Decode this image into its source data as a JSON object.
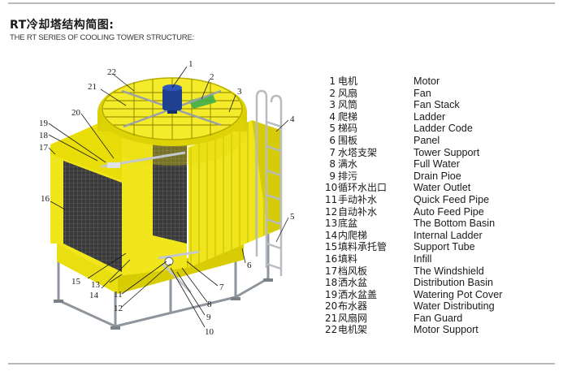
{
  "header": {
    "title_cn": "RT冷却塔结构简图:",
    "title_en": "THE RT SERIES OF COOLING TOWER STRUCTURE:"
  },
  "colors": {
    "body_yellow": "#f2ea1a",
    "shadow_yellow": "#d6c800",
    "infill_dark": "#3b3b3b",
    "steel_grey": "#9aa0a6",
    "motor_blue": "#1f3f8f"
  },
  "diagram": {
    "callouts": [
      "1",
      "2",
      "3",
      "4",
      "5",
      "6",
      "7",
      "8",
      "9",
      "10",
      "11",
      "12",
      "13",
      "14",
      "15",
      "16",
      "17",
      "18",
      "19",
      "20",
      "21",
      "22"
    ]
  },
  "legend": [
    {
      "num": "1",
      "cn": "电机",
      "en": "Motor"
    },
    {
      "num": "2",
      "cn": "风扇",
      "en": "Fan"
    },
    {
      "num": "3",
      "cn": "风筒",
      "en": "Fan Stack"
    },
    {
      "num": "4",
      "cn": "爬梯",
      "en": "Ladder"
    },
    {
      "num": "5",
      "cn": "梯码",
      "en": "Ladder Code"
    },
    {
      "num": "6",
      "cn": "围板",
      "en": "Panel"
    },
    {
      "num": "7",
      "cn": "水塔支架",
      "en": "Tower Support"
    },
    {
      "num": "8",
      "cn": "满水",
      "en": "Full Water"
    },
    {
      "num": "9",
      "cn": "排污",
      "en": "Drain Pioe"
    },
    {
      "num": "10",
      "cn": "循环水出口",
      "en": "Water Outlet"
    },
    {
      "num": "11",
      "cn": "手动补水",
      "en": "Quick Feed Pipe"
    },
    {
      "num": "12",
      "cn": "自动补水",
      "en": "Auto Feed Pipe"
    },
    {
      "num": "13",
      "cn": "底盆",
      "en": "The Bottom Basin"
    },
    {
      "num": "14",
      "cn": "内爬梯",
      "en": "Internal Ladder"
    },
    {
      "num": "15",
      "cn": "填料承托管",
      "en": "Support Tube"
    },
    {
      "num": "16",
      "cn": "填料",
      "en": "Infill"
    },
    {
      "num": "17",
      "cn": "档风板",
      "en": "The Windshield"
    },
    {
      "num": "18",
      "cn": "洒水盆",
      "en": "Distribution Basin"
    },
    {
      "num": "19",
      "cn": "洒水盆盖",
      "en": "Watering Pot Cover"
    },
    {
      "num": "20",
      "cn": "布水器",
      "en": "Water Distributing"
    },
    {
      "num": "21",
      "cn": "风扇网",
      "en": "Fan Guard"
    },
    {
      "num": "22",
      "cn": "电机架",
      "en": "Motor Support"
    }
  ]
}
